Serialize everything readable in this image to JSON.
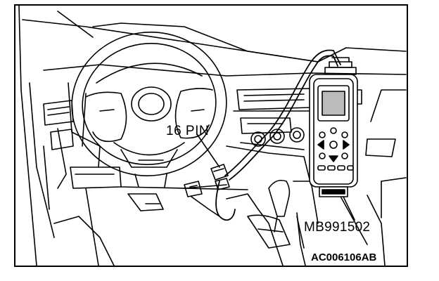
{
  "diagram": {
    "connector_label": "16 PIN",
    "tool_label": "MB991502",
    "figure_code": "AC006106AB"
  },
  "icons": {
    "steering_wheel": "steering-wheel-icon",
    "scan_tool": "scan-tool-icon",
    "connector": "diagnostic-connector-icon",
    "gear_shift": "gear-shift-icon"
  }
}
